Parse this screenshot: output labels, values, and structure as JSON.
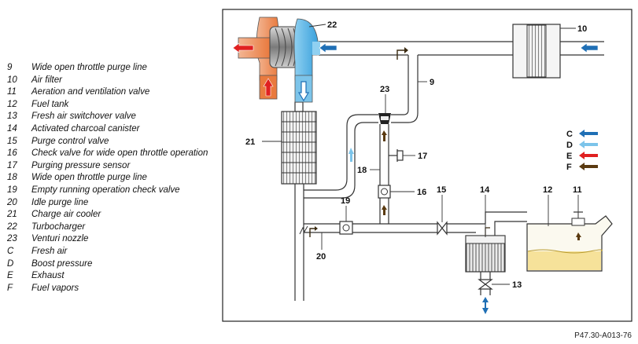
{
  "legend": [
    {
      "code": "9",
      "text": "Wide open throttle purge line"
    },
    {
      "code": "10",
      "text": "Air filter"
    },
    {
      "code": "11",
      "text": "Aeration and ventilation valve"
    },
    {
      "code": "12",
      "text": "Fuel tank"
    },
    {
      "code": "13",
      "text": "Fresh air switchover valve"
    },
    {
      "code": "14",
      "text": "Activated charcoal canister"
    },
    {
      "code": "15",
      "text": "Purge control valve"
    },
    {
      "code": "16",
      "text": "Check valve for wide open throttle operation"
    },
    {
      "code": "17",
      "text": "Purging pressure sensor"
    },
    {
      "code": "18",
      "text": "Wide open throttle purge line"
    },
    {
      "code": "19",
      "text": "Empty running operation check valve"
    },
    {
      "code": "20",
      "text": "Idle purge line"
    },
    {
      "code": "21",
      "text": "Charge air cooler"
    },
    {
      "code": "22",
      "text": "Turbocharger"
    },
    {
      "code": "23",
      "text": "Venturi nozzle"
    },
    {
      "code": "C",
      "text": "Fresh air"
    },
    {
      "code": "D",
      "text": "Boost pressure"
    },
    {
      "code": "E",
      "text": "Exhaust"
    },
    {
      "code": "F",
      "text": "Fuel vapors"
    }
  ],
  "diagram_labels": {
    "turbo": "22",
    "air_filter": "10",
    "purge_line_9": "9",
    "venturi": "23",
    "charge_cooler": "21",
    "sensor": "17",
    "line_18": "18",
    "check_16": "16",
    "valve_15": "15",
    "canister": "14",
    "tank": "12",
    "vent_valve": "11",
    "check_19": "19",
    "line_20": "20",
    "switch_13": "13"
  },
  "arrow_key": [
    {
      "code": "C",
      "color": "#1f6fb5"
    },
    {
      "code": "D",
      "color": "#7cc4ea"
    },
    {
      "code": "E",
      "color": "#e02020"
    },
    {
      "code": "F",
      "color": "#5a3a10"
    }
  ],
  "reference": "P47.30-A013-76"
}
